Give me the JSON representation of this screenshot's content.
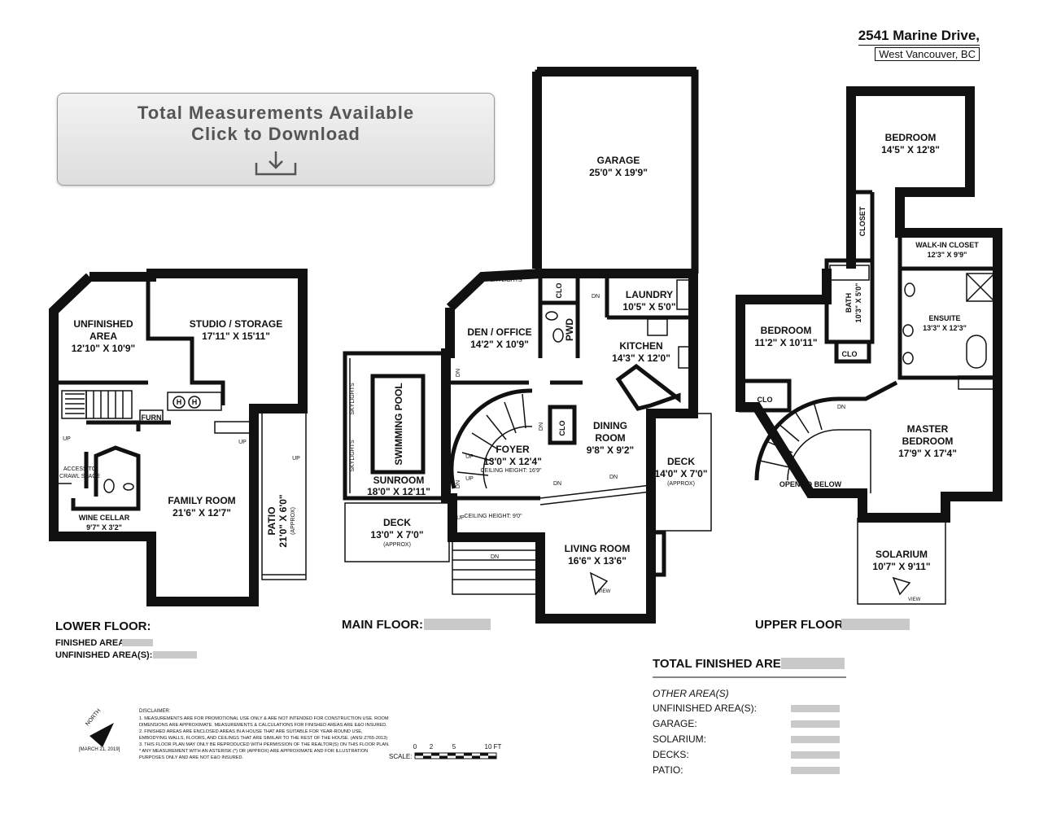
{
  "address": {
    "street": "2541 Marine Drive,",
    "city": "West Vancouver, BC"
  },
  "download": {
    "line1": "Total Measurements Available",
    "line2": "Click to Download"
  },
  "lower": {
    "unfinished_name": "UNFINISHED",
    "unfinished_name2": "AREA",
    "unfinished_dim": "12'10\" X 10'9\"",
    "studio_name": "STUDIO / STORAGE",
    "studio_dim": "17'11\" X 15'11\"",
    "family_name": "FAMILY ROOM",
    "family_dim": "21'6\" X 12'7\"",
    "wine_name": "WINE CELLAR",
    "wine_dim": "9'7\" X 3'2\"",
    "patio_name": "PATIO",
    "patio_dim": "21'0\" X 6'0\"",
    "patio_note": "(APPROX)",
    "access1": "ACCESS TO",
    "access2": "CRAWL SPACE",
    "furn": "FURN",
    "h": "H",
    "up": "UP",
    "floor_label": "LOWER FLOOR:",
    "finished_label": "FINISHED AREA:",
    "unfinished_label": "UNFINISHED AREA(S):"
  },
  "main": {
    "garage_name": "GARAGE",
    "garage_dim": "25'0\" X 19'9\"",
    "den_name": "DEN / OFFICE",
    "den_dim": "14'2\" X 10'9\"",
    "laundry_name": "LAUNDRY",
    "laundry_dim": "10'5\" X 5'0\"",
    "kitchen_name": "KITCHEN",
    "kitchen_dim": "14'3\" X 12'0\"",
    "dining_name": "DINING",
    "dining_name2": "ROOM",
    "dining_dim": "9'8\" X 9'2\"",
    "foyer_name": "FOYER",
    "foyer_dim": "13'0\" X 12'4\"",
    "foyer_ceiling": "CEILING HEIGHT: 16'9\"",
    "sunroom_name": "SUNROOM",
    "sunroom_dim": "18'0\" X 12'11\"",
    "pool_name": "SWIMMING POOL",
    "deck_left_name": "DECK",
    "deck_left_dim": "13'0\" X 7'0\"",
    "deck_left_note": "(APPROX)",
    "deck_right_name": "DECK",
    "deck_right_dim": "14'0\" X 7'0\"",
    "deck_right_note": "(APPROX)",
    "living_name": "LIVING ROOM",
    "living_dim": "16'6\" X 13'6\"",
    "ceiling_9": "CEILING HEIGHT: 9'0\"",
    "skylights": "SKYLIGHTS",
    "clo": "CLO",
    "pwd": "PWD",
    "dn": "DN",
    "up": "UP",
    "view": "VIEW",
    "floor_label": "MAIN FLOOR:"
  },
  "upper": {
    "bedroom1_name": "BEDROOM",
    "bedroom1_dim": "14'5\" X 12'8\"",
    "closet": "CLOSET",
    "walkin_name": "WALK-IN CLOSET",
    "walkin_dim": "12'3\" X 9'9\"",
    "bath_name": "BATH",
    "bath_dim": "10'3\" X 5'0\"",
    "bedroom2_name": "BEDROOM",
    "bedroom2_dim": "11'2\" X 10'11\"",
    "ensuite_name": "ENSUITE",
    "ensuite_dim": "13'3\" X 12'3\"",
    "master_name": "MASTER",
    "master_name2": "BEDROOM",
    "master_dim": "17'9\" X 17'4\"",
    "open_below": "OPEN TO BELOW",
    "solarium_name": "SOLARIUM",
    "solarium_dim": "10'7\" X 9'11\"",
    "clo": "CLO",
    "dn": "DN",
    "view": "VIEW",
    "floor_label": "UPPER FLOOR:"
  },
  "summary": {
    "total_label": "TOTAL FINISHED AREA:",
    "other_label": "OTHER AREA(S)",
    "items": [
      "UNFINISHED AREA(S):",
      "GARAGE:",
      "SOLARIUM:",
      "DECKS:",
      "PATIO:"
    ]
  },
  "legend": {
    "north": "NORTH",
    "date": "[MARCH 21, 2019]",
    "scale_label": "SCALE:",
    "scale_ticks": [
      "0",
      "2",
      "5",
      "10 FT"
    ],
    "disclaimer_title": "DISCLAIMER:",
    "disclaimer_lines": [
      "1. MEASUREMENTS ARE FOR PROMOTIONAL USE ONLY & ARE NOT INTENDED FOR CONSTRUCTION USE. ROOM",
      "DIMENSIONS ARE APPROXIMATE. MEASUREMENTS & CALCULATIONS FOR FINISHED AREAS ARE E&O INSURED.",
      "2. FINISHED AREAS ARE ENCLOSED AREAS IN A HOUSE THAT ARE SUITABLE FOR YEAR-ROUND USE,",
      "EMBODYING WALLS, FLOORS, AND CEILINGS THAT ARE SIMILAR TO THE REST OF THE HOUSE. (ANSI Z765-2013)",
      "3. THIS FLOOR PLAN MAY ONLY BE REPRODUCED WITH PERMISSION OF THE REALTOR(S) ON THIS FLOOR PLAN.",
      "* ANY MEASUREMENT WITH AN ASTERISK (*) OR (APPROX) ARE APPROXIMATE AND FOR ILLUSTRATION",
      "PURPOSES ONLY AND ARE NOT E&O INSURED."
    ]
  }
}
